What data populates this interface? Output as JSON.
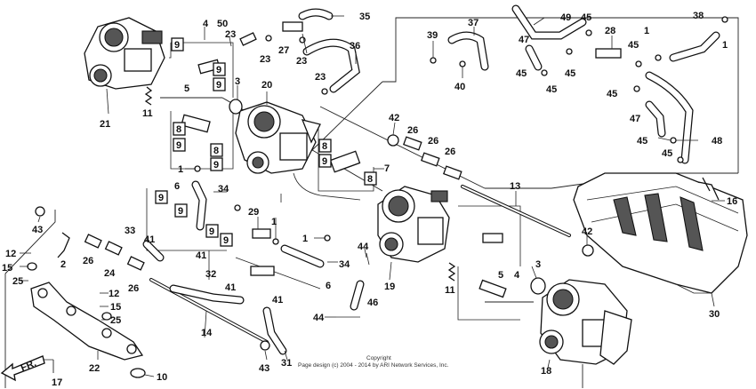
{
  "diagram": {
    "callouts": [
      {
        "id": "c4a",
        "text": "4"
      },
      {
        "id": "c50",
        "text": "50"
      },
      {
        "id": "c23a",
        "text": "23"
      },
      {
        "id": "c35",
        "text": "35"
      },
      {
        "id": "c23b",
        "text": "23"
      },
      {
        "id": "c27",
        "text": "27"
      },
      {
        "id": "c23c",
        "text": "23"
      },
      {
        "id": "c36",
        "text": "36"
      },
      {
        "id": "c23d",
        "text": "23"
      },
      {
        "id": "c39",
        "text": "39"
      },
      {
        "id": "c37",
        "text": "37"
      },
      {
        "id": "c40",
        "text": "40"
      },
      {
        "id": "c49",
        "text": "49"
      },
      {
        "id": "c45a",
        "text": "45"
      },
      {
        "id": "c47a",
        "text": "47"
      },
      {
        "id": "c45b",
        "text": "45"
      },
      {
        "id": "c45c",
        "text": "45"
      },
      {
        "id": "c28",
        "text": "28"
      },
      {
        "id": "c45d",
        "text": "45"
      },
      {
        "id": "c1a",
        "text": "1"
      },
      {
        "id": "c38",
        "text": "38"
      },
      {
        "id": "c1b",
        "text": "1"
      },
      {
        "id": "c45e",
        "text": "45"
      },
      {
        "id": "c45f",
        "text": "45"
      },
      {
        "id": "c47b",
        "text": "47"
      },
      {
        "id": "c45g",
        "text": "45"
      },
      {
        "id": "c48",
        "text": "48"
      },
      {
        "id": "c45h",
        "text": "45"
      },
      {
        "id": "c21",
        "text": "21"
      },
      {
        "id": "c11a",
        "text": "11"
      },
      {
        "id": "c5a",
        "text": "5"
      },
      {
        "id": "c3a",
        "text": "3"
      },
      {
        "id": "c20",
        "text": "20"
      },
      {
        "id": "c1c",
        "text": "1"
      },
      {
        "id": "c42a",
        "text": "42"
      },
      {
        "id": "c26a",
        "text": "26"
      },
      {
        "id": "c26b",
        "text": "26"
      },
      {
        "id": "c26c",
        "text": "26"
      },
      {
        "id": "c7",
        "text": "7"
      },
      {
        "id": "c13",
        "text": "13"
      },
      {
        "id": "c16",
        "text": "16"
      },
      {
        "id": "c6a",
        "text": "6"
      },
      {
        "id": "c34a",
        "text": "34"
      },
      {
        "id": "c29",
        "text": "29"
      },
      {
        "id": "c1d",
        "text": "1"
      },
      {
        "id": "c43a",
        "text": "43"
      },
      {
        "id": "c12a",
        "text": "12"
      },
      {
        "id": "c15a",
        "text": "15"
      },
      {
        "id": "c2",
        "text": "2"
      },
      {
        "id": "c25a",
        "text": "25"
      },
      {
        "id": "c26d",
        "text": "26"
      },
      {
        "id": "c24",
        "text": "24"
      },
      {
        "id": "c33",
        "text": "33"
      },
      {
        "id": "c41a",
        "text": "41"
      },
      {
        "id": "c41b",
        "text": "41"
      },
      {
        "id": "c26e",
        "text": "26"
      },
      {
        "id": "c1e",
        "text": "1"
      },
      {
        "id": "c34b",
        "text": "34"
      },
      {
        "id": "c44a",
        "text": "44"
      },
      {
        "id": "c19",
        "text": "19"
      },
      {
        "id": "c11b",
        "text": "11"
      },
      {
        "id": "c5b",
        "text": "5"
      },
      {
        "id": "c4b",
        "text": "4"
      },
      {
        "id": "c3b",
        "text": "3"
      },
      {
        "id": "c42b",
        "text": "42"
      },
      {
        "id": "c30",
        "text": "30"
      },
      {
        "id": "c32",
        "text": "32"
      },
      {
        "id": "c41c",
        "text": "41"
      },
      {
        "id": "c41d",
        "text": "41"
      },
      {
        "id": "c6b",
        "text": "6"
      },
      {
        "id": "c46",
        "text": "46"
      },
      {
        "id": "c44b",
        "text": "44"
      },
      {
        "id": "c12b",
        "text": "12"
      },
      {
        "id": "c15b",
        "text": "15"
      },
      {
        "id": "c25b",
        "text": "25"
      },
      {
        "id": "c14",
        "text": "14"
      },
      {
        "id": "c22",
        "text": "22"
      },
      {
        "id": "c43b",
        "text": "43"
      },
      {
        "id": "c31",
        "text": "31"
      },
      {
        "id": "c10",
        "text": "10"
      },
      {
        "id": "c17",
        "text": "17"
      },
      {
        "id": "c18",
        "text": "18"
      },
      {
        "id": "b9a",
        "text": "9"
      },
      {
        "id": "b9b",
        "text": "9"
      },
      {
        "id": "b9c",
        "text": "9"
      },
      {
        "id": "b8a",
        "text": "8"
      },
      {
        "id": "b9d",
        "text": "9"
      },
      {
        "id": "b8b",
        "text": "8"
      },
      {
        "id": "b9e",
        "text": "9"
      },
      {
        "id": "b8c",
        "text": "8"
      },
      {
        "id": "b9f",
        "text": "9"
      },
      {
        "id": "b8d",
        "text": "8"
      },
      {
        "id": "b9g",
        "text": "9"
      },
      {
        "id": "b9h",
        "text": "9"
      },
      {
        "id": "b9i",
        "text": "9"
      },
      {
        "id": "b9j",
        "text": "9"
      }
    ],
    "front_arrow": "FR.",
    "copyright_line1": "Copyright",
    "copyright_line2": "Page design (c) 2004 - 2014 by ARI Network Services, Inc."
  }
}
